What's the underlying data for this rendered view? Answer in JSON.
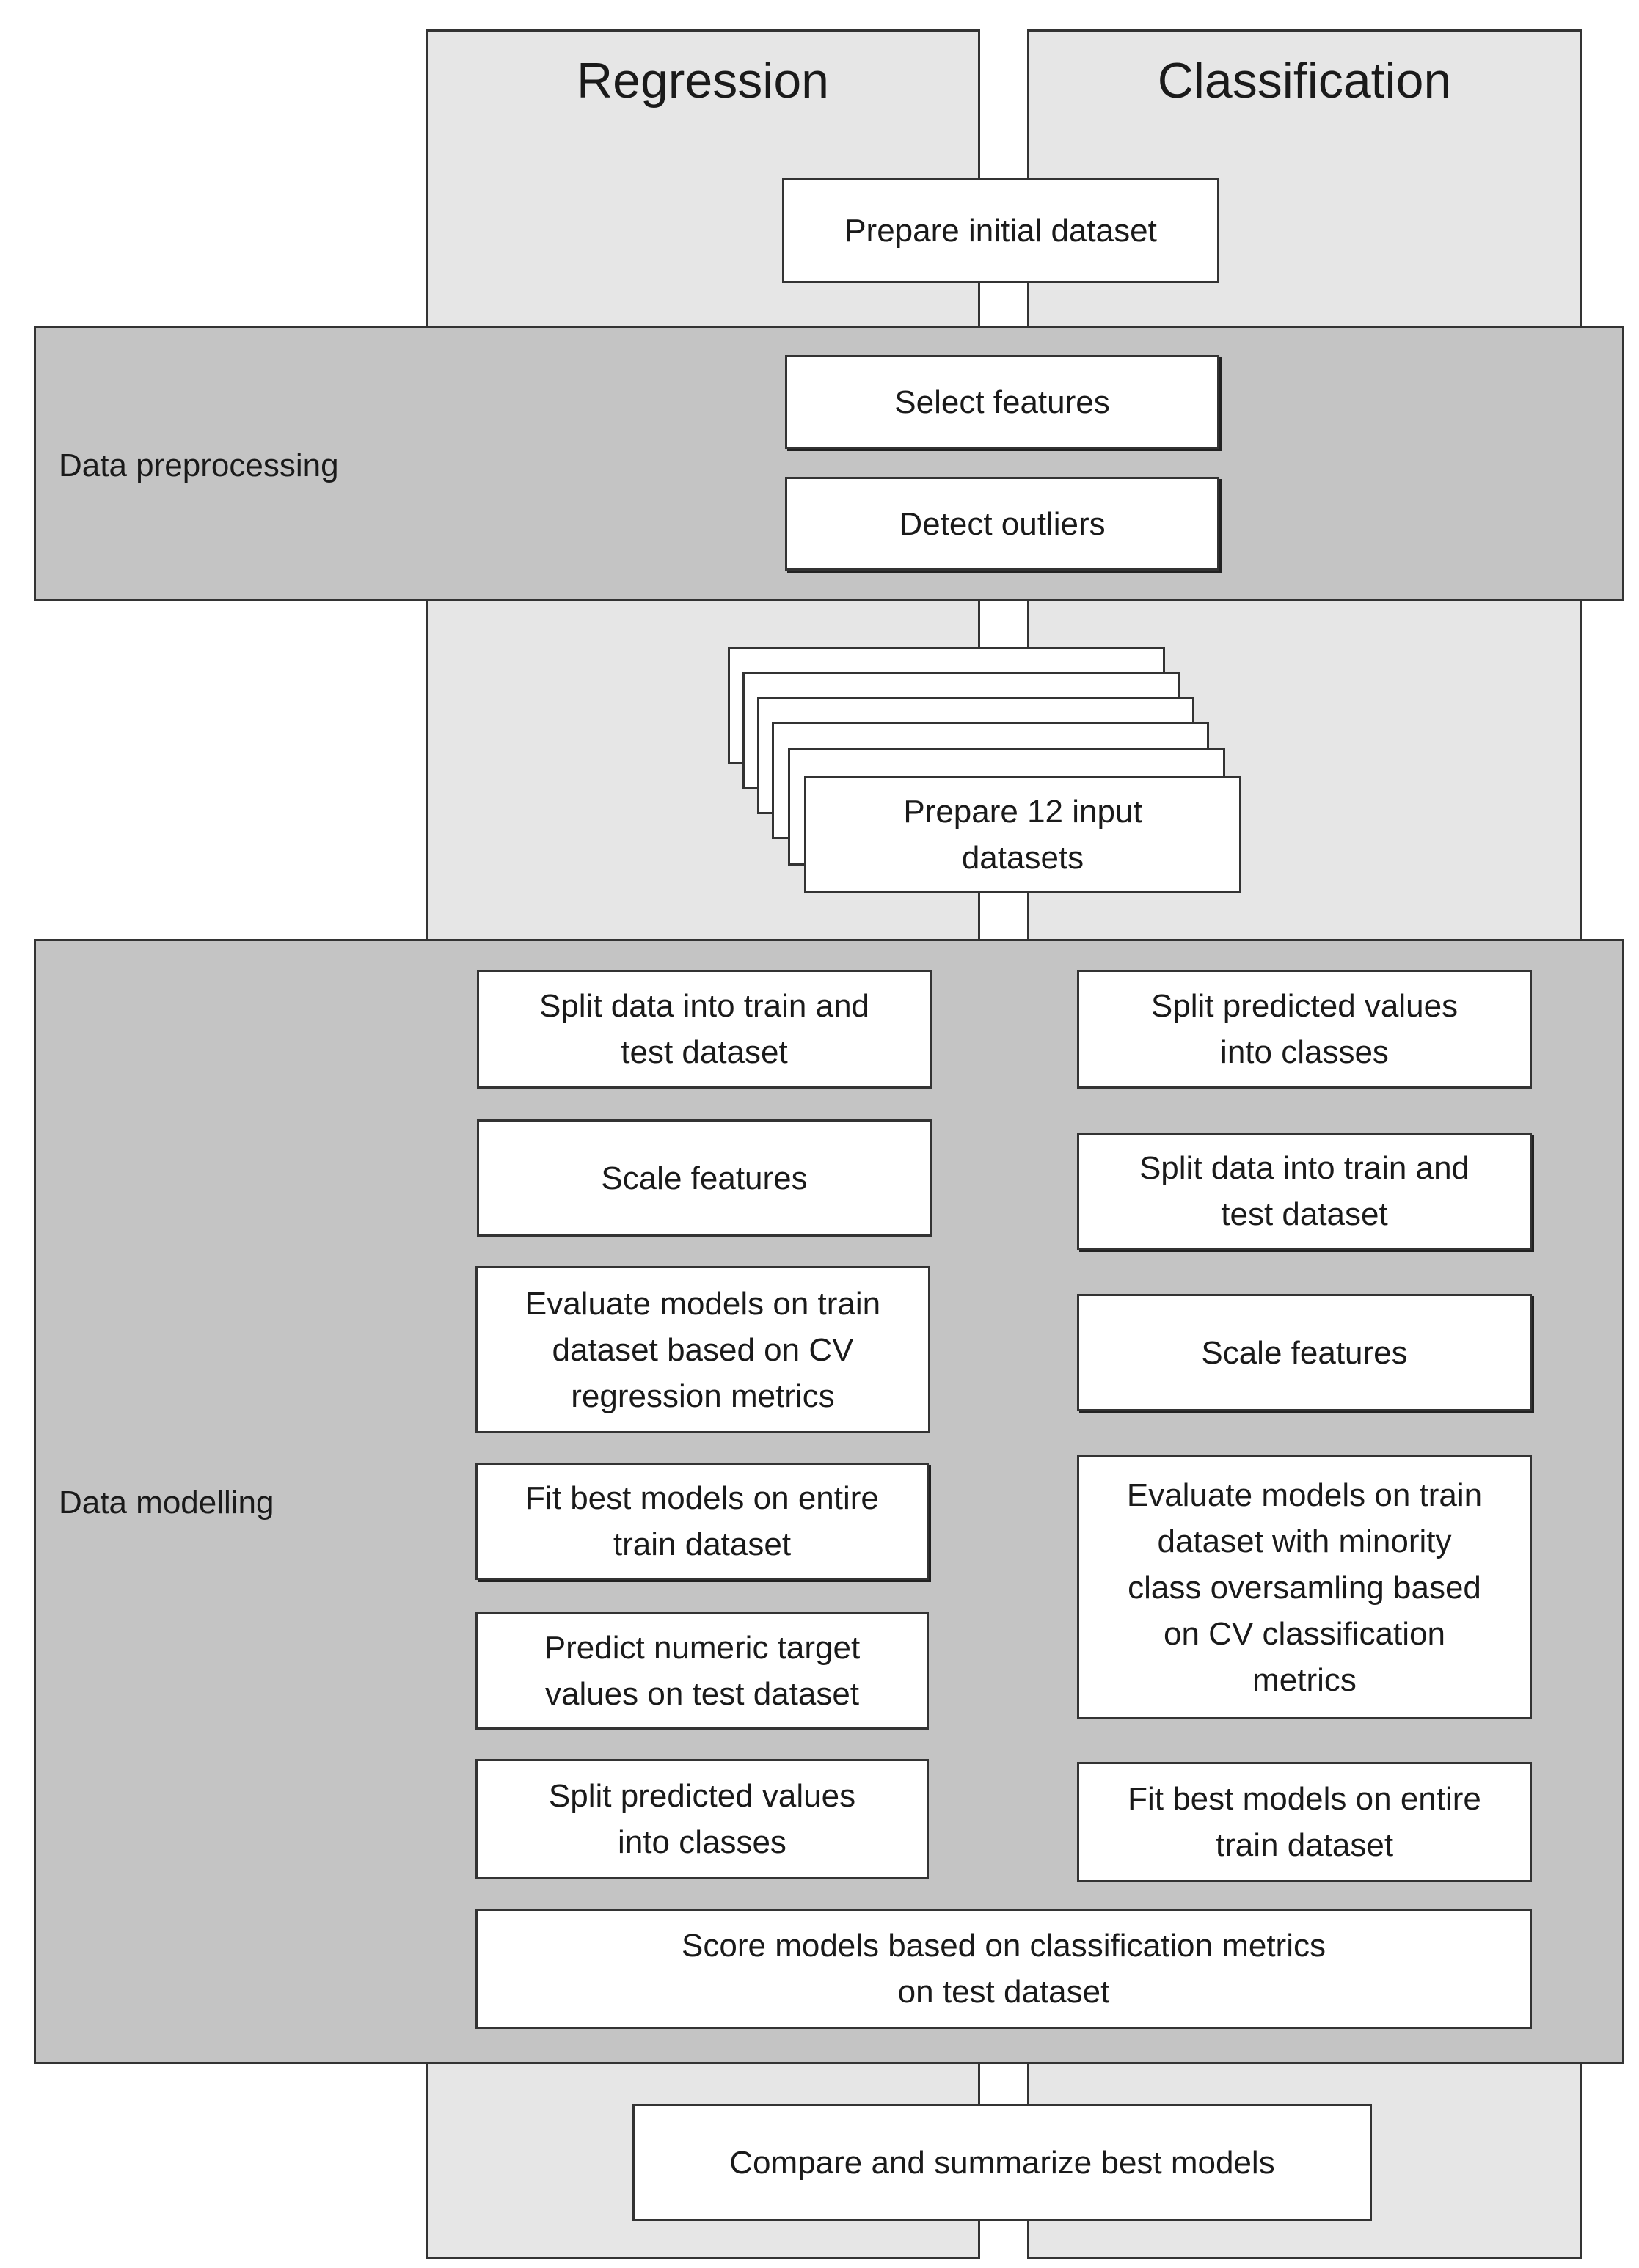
{
  "columns": {
    "regression": "Regression",
    "classification": "Classification"
  },
  "bands": {
    "preprocessing": "Data preprocessing",
    "modelling": "Data modelling"
  },
  "steps": {
    "prepare_initial": "Prepare initial dataset",
    "select_features": "Select features",
    "detect_outliers": "Detect outliers",
    "prepare_inputs": "Prepare 12 input\ndatasets",
    "score_models": "Score models based on classification metrics\non test dataset",
    "compare_summarize": "Compare and summarize best models"
  },
  "regression_steps": [
    "Split data into train and\ntest dataset",
    "Scale features",
    "Evaluate models on train\ndataset based on CV\nregression metrics",
    "Fit best models on entire\ntrain dataset",
    "Predict numeric target\nvalues on test dataset",
    "Split predicted values\ninto classes"
  ],
  "classification_steps": [
    "Split predicted values\ninto classes",
    "Split data into train and\ntest dataset",
    "Scale features",
    "Evaluate models on train\ndataset with minority\nclass oversamling based\non CV classification\nmetrics",
    "Fit best models on entire\ntrain dataset"
  ]
}
